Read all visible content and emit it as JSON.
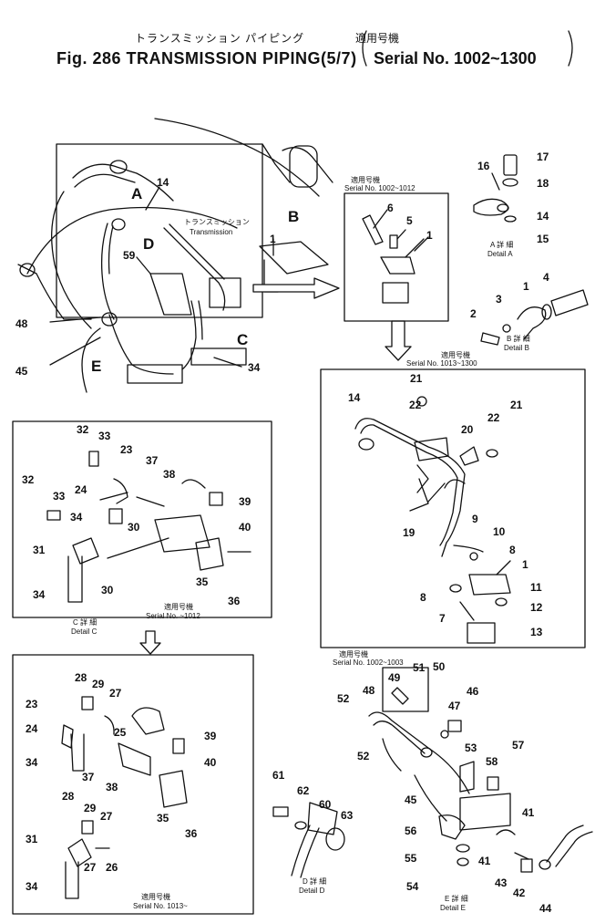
{
  "header": {
    "jp_title": "トランスミッション パイピング",
    "fig_title": "Fig. 286 TRANSMISSION PIPING(5/7)",
    "serial_jp": "適用号機",
    "serial": "Serial No. 1002~1300"
  },
  "main_view": {
    "transmission_jp": "トランスミッション",
    "transmission": "Transmission",
    "callouts": {
      "A": "A",
      "B": "B",
      "C": "C",
      "D": "D",
      "E": "E"
    },
    "parts": [
      "14",
      "1",
      "59",
      "48",
      "45",
      "34"
    ]
  },
  "detail_b_box": {
    "serial_jp": "適用号機",
    "serial": "Serial No. 1002~1012",
    "parts": [
      "6",
      "5",
      "1"
    ]
  },
  "detail_a": {
    "label_jp": "A 詳 細",
    "label": "Detail A",
    "parts": [
      "16",
      "17",
      "18",
      "14",
      "15"
    ]
  },
  "detail_b": {
    "label_jp": "B 詳 細",
    "label": "Detail B",
    "parts": [
      "4",
      "1",
      "3",
      "2"
    ]
  },
  "detail_1013_box": {
    "serial_jp": "適用号機",
    "serial": "Serial No. 1013~1300",
    "parts": [
      "21",
      "14",
      "22",
      "21",
      "20",
      "22",
      "19",
      "9",
      "10",
      "8",
      "1",
      "11",
      "12",
      "8",
      "7",
      "13"
    ]
  },
  "detail_c_box": {
    "serial_jp": "適用号機",
    "serial": "Serial No. ~1012",
    "label_jp": "C 詳 細",
    "label": "Detail C",
    "parts": [
      "32",
      "33",
      "23",
      "37",
      "38",
      "24",
      "39",
      "32",
      "33",
      "34",
      "30",
      "40",
      "31",
      "30",
      "35",
      "36",
      "34"
    ]
  },
  "detail_c2_box": {
    "serial_jp": "適用号機",
    "serial": "Serial No. 1013~",
    "parts": [
      "28",
      "29",
      "27",
      "23",
      "24",
      "25",
      "39",
      "40",
      "34",
      "37",
      "38",
      "28",
      "29",
      "27",
      "35",
      "36",
      "31",
      "34",
      "27",
      "26"
    ]
  },
  "detail_e": {
    "serial_jp": "適用号機",
    "serial": "Serial No. 1002~1003",
    "label_jp": "E 詳 細",
    "label": "Detail E",
    "parts": [
      "49",
      "51",
      "50",
      "48",
      "52",
      "47",
      "46",
      "52",
      "53",
      "58",
      "57",
      "45",
      "41",
      "56",
      "55",
      "41",
      "43",
      "42",
      "54",
      "44"
    ]
  },
  "detail_d": {
    "label_jp": "D 詳 細",
    "label": "Detail D",
    "parts": [
      "61",
      "62",
      "60",
      "63"
    ]
  }
}
